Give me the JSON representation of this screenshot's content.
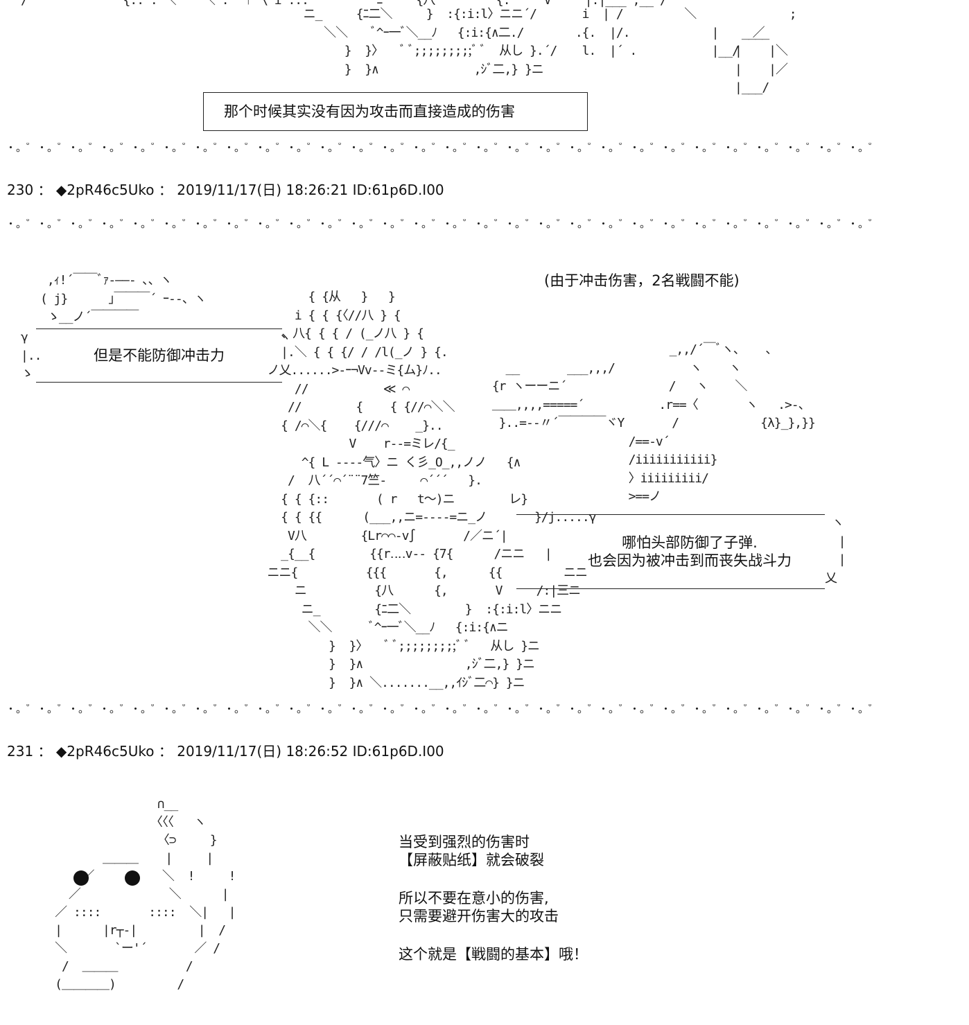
{
  "top_caption": "那个时候其实没有因为攻击而直接造成的伤害",
  "divider_pattern": "・。゜・。゜・。゜・。゜・。゜・。゜・。゜・。゜・。゜・。゜・。゜・。゜・。゜・。゜・。゜・。゜・。゜・。゜・。゜・。゜・。゜・。゜・。゜・。゜・。゜・。゜・。゜・。゜・。゜・。゜・。゜・。゜・。゜・。゜・。゜・。゜・。゜・。゜・。゜・。゜・。゜・",
  "posts": [
    {
      "header": "230 ： ◆2pR46c5Uko ： 2019/11/17(日) 18:26:21 ID:61p6D.I00",
      "note": "(由于冲击伤害，2名戦闘不能)",
      "bubble_left": "但是不能防御冲击力",
      "bubble_right_line1": "哪怕头部防御了子弹.",
      "bubble_right_line2": "也会因为被冲击到而丧失战斗力"
    },
    {
      "header": "231 ： ◆2pR46c5Uko ： 2019/11/17(日) 18:26:52 ID:61p6D.I00",
      "lines": [
        "当受到强烈的伤害时",
        "【屏蔽贴纸】就会破裂",
        "",
        "所以不要在意小的伤害,",
        "只需要避开伤害大的攻击",
        "",
        "这个就是【戦闘的基本】哦！"
      ]
    }
  ],
  "ascii_art": {
    "top_fragment": "  ニ_     {ﾆ二＼     }  :{:i:l〉ニニ´/\n     ＼＼    ﾞ^ｰ一ﾞ＼__ﾉ   {:i:{∧二./\n        }  }〉   ﾞ ﾞ;;;;;;;;;ﾞ ﾞ  从し }.´/\n        }  }∧              ,ｼﾞ二,} }ニ",
    "top_right_fragment": "  i  | /         ＼\n .{.  |/.            |     ／\n  l.  |´ .           |__/",
    "helmet_guy": " ,ｨ!´￣￣ﾞｧ‐――‐ ､、ヽ\n( j}      ｣￣￣￣´ ｰ‐-、ヽ\n ゝ__ノ´￣￣￣￣",
    "soldier_body": "         { {从   }   }\n       i { { {〈//八 } {\n     、八{ { { / (_ノ八 } {\n     |.＼ { { {/ / /l(_ノ } {.\n   ノ乂......>-ｰ¬Vv--ミ{ム}ﾉ..\n       //           ≪ ⌒\n      //        {    { {//⌒＼＼\n     { /⌒＼{    {///⌒    _}..\n               V    r--=ミレ/{_\n        ^{ L ----气〉ニ く彡_O_,,ノノ   {∧\n      /  八´´⌒´¨¨7竺-     ⌒´´´   }.\n     { { {::       ( r   t〜)ニ        レ}\n     { { {{      (___,,ニ=----=ニ_ノ       }/j.....γ\n      V八        {Lr⌒⌒-v∫       /／ニ´|\n     _{__{        {{r‥‥v-- {7{      /ニニ   |\n   ニニ{          {{{       {,      {{         ニニ\n       ニ          {八      {,       V     /:|三ニ\n        ニ_        {ﾆ二＼        }  :{:i:l〉ニニ\n         ＼＼      ﾞ^ｰ一ﾞ＼__ﾉ   {:i:{∧ニ\n            }  }〉   ﾞ ﾞ;;;;;;;;;ﾞ ﾞ   从し }ニ\n            }  }∧               ,ｼﾞ二,} }ニ\n            }  }∧ ＼.......__,,ｲｼﾞ二⌒} }ニ",
    "rifle": "                           _,,/´￣ﾞヽ、   、\n   __       ___,,,/           ヽ    ヽ\n {r ヽーーニ´               /   ヽ    ＼\n ＿＿,,,,=====´           .r==〈       ヽ   .>-、\n  }..=--〃´￣￣￣￣ヾY       /            {λ}_},}}\n                     /==-v´\n                     /iiiiiiiiiii}\n                     〉iiiiiiiii/\n                     >==ノ",
    "mascot": "                    ∩__\n                   〈〈〈   ヽ\n                    〈⊃     }\n            ＿＿＿    |     |\n         ／          ＼  !     !\n       ／             ＼      |\n     ／ ::::       ::::  ＼|   |\n     |      |r┬-|         |  /\n     ＼       `ー'´       ／ /\n      /  ＿＿＿          /\n     (＿＿＿＿)         /"
  }
}
